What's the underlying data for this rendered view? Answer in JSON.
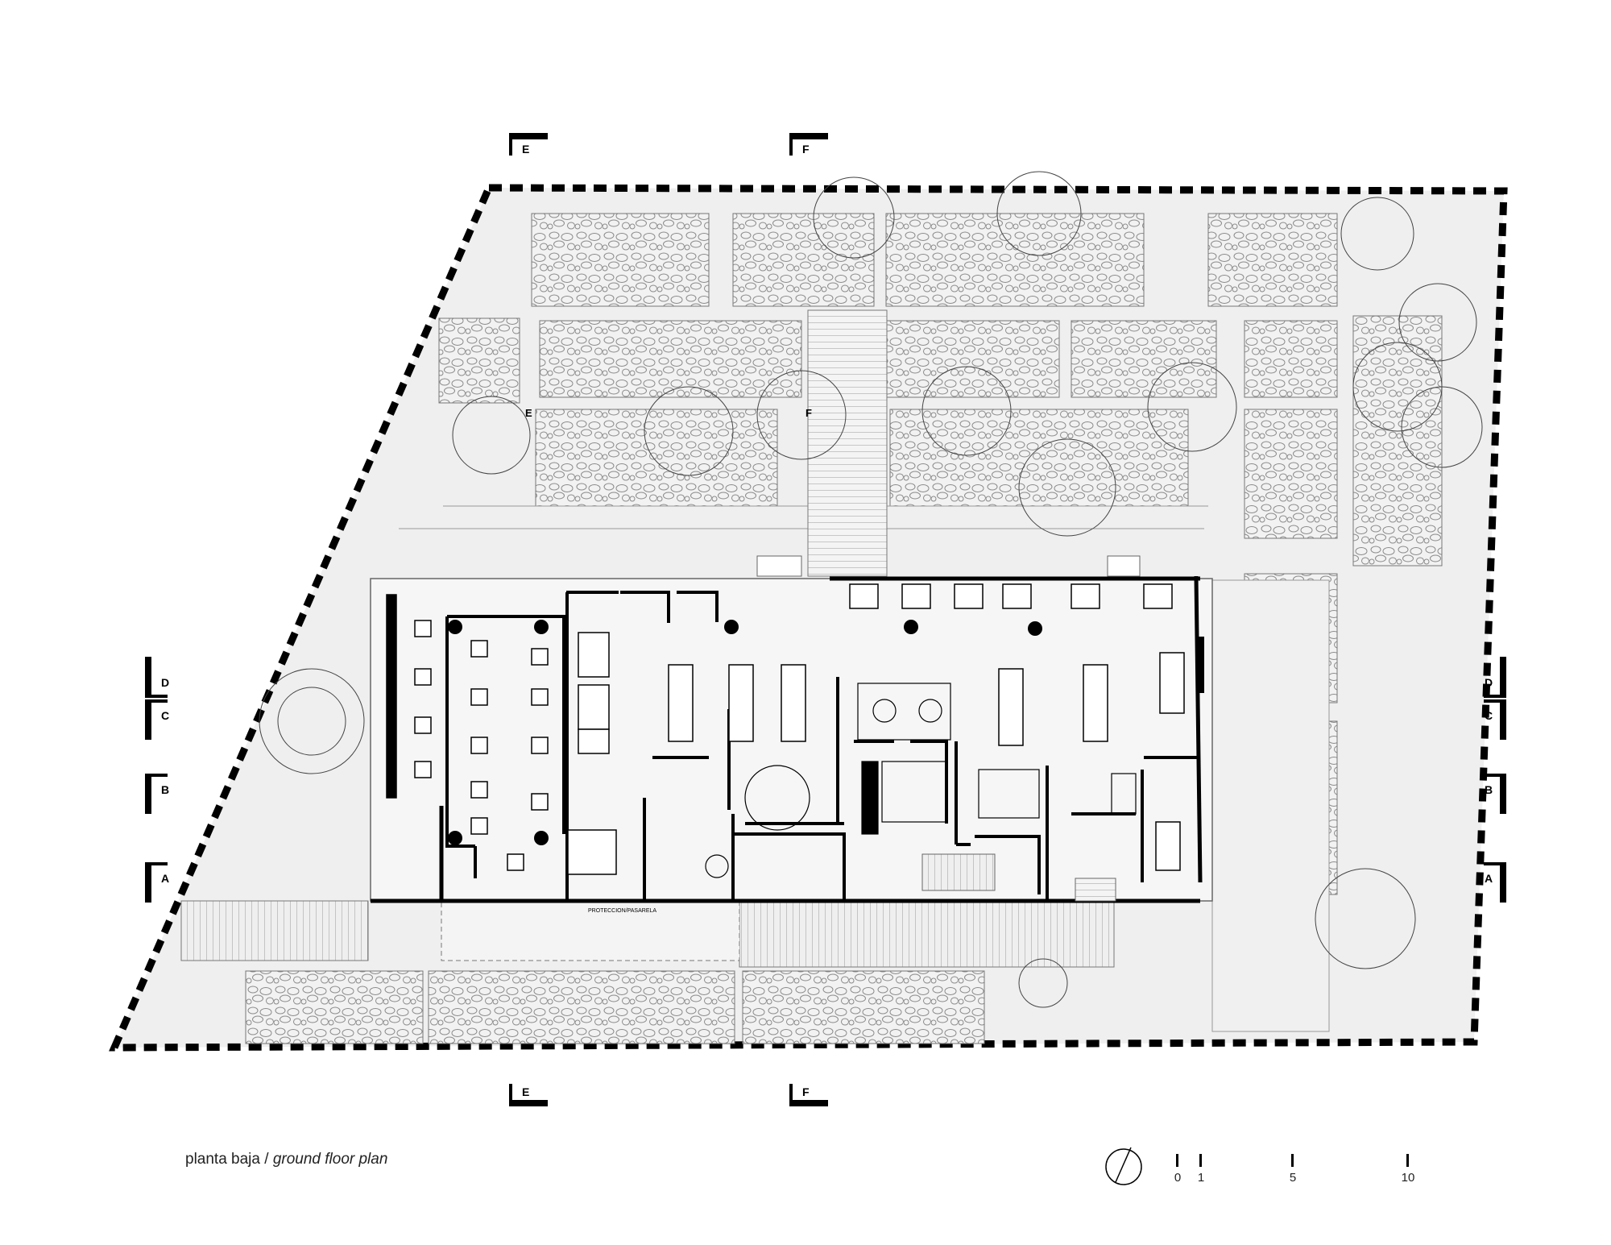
{
  "caption": {
    "spanish": "planta baja /",
    "english": "ground floor plan"
  },
  "section_markers": {
    "top": [
      "E",
      "F"
    ],
    "bottom": [
      "E",
      "F"
    ],
    "left": [
      "D",
      "C",
      "B",
      "A"
    ],
    "right": [
      "D",
      "C",
      "B",
      "A"
    ],
    "inner": [
      "E",
      "F"
    ]
  },
  "plan_label": "PROTECCION/PASARELA",
  "scale_bar": {
    "ticks": [
      "0",
      "1",
      "5",
      "10"
    ]
  },
  "north_arrow": "north-arrow-icon"
}
